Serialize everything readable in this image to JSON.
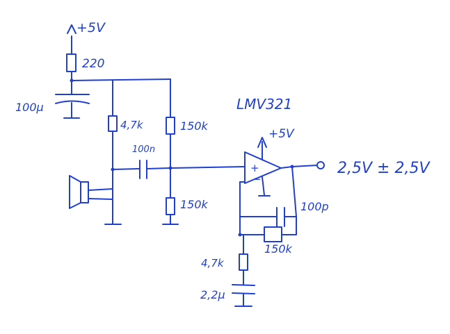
{
  "schematic": {
    "supply_top": "+5V",
    "supply_opamp": "+5V",
    "opamp_name": "LMV321",
    "opamp_plus": "+",
    "opamp_minus": "−",
    "output_label": "2,5V ± 2,5V",
    "components": {
      "r_supply": "220",
      "c_supply": "100μ",
      "r_mic_bias": "4,7k",
      "c_coupling": "100n",
      "r_div_top": "150k",
      "r_div_bottom": "150k",
      "c_feedback": "100p",
      "r_feedback": "150k",
      "r_gain": "4,7k",
      "c_gain": "2,2μ"
    }
  }
}
